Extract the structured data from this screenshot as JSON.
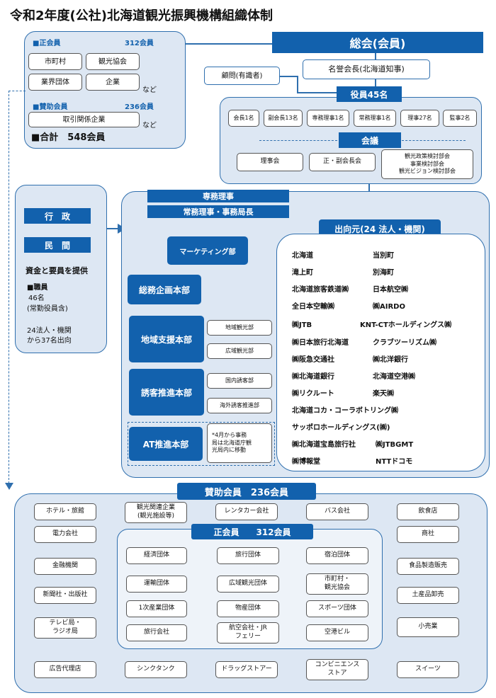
{
  "title": "令和2年度(公社)北海道観光振興機構組織体制",
  "members_panel": {
    "regular_label": "■正会員",
    "regular_count": "312会員",
    "regular_items": [
      "市町村",
      "観光協会",
      "業界団体",
      "企業"
    ],
    "etc1": "など",
    "support_label": "■賛助会員",
    "support_count": "236会員",
    "support_item": "取引関係企業",
    "etc2": "など",
    "total": "■合計　548会員"
  },
  "general_meeting": "総会(会員)",
  "honorary_chair": "名誉会長(北海道知事)",
  "advisor": "顧問(有識者)",
  "officers": {
    "header": "役員45名",
    "roles": [
      "会長1名",
      "副会長13名",
      "専務理事1名",
      "常務理事1名",
      "理事27名",
      "監事2名"
    ]
  },
  "meetings": {
    "header": "会議",
    "items": [
      "理事会",
      "正・副会長会",
      "観光政策検討部会\n事業検討部会\n観光ビジョン検討部会"
    ]
  },
  "left_panel": {
    "gov": "行　政",
    "private": "民　間",
    "provide": "資金と要員を提供",
    "staff_label": "■職員",
    "staff_count": "46名",
    "staff_note": "(常勤役員含)",
    "dispatch": "24法人・機関\nから37名出向"
  },
  "secretariat": {
    "senmu": "専務理事",
    "jomu": "常務理事・事務局長",
    "marketing": "マーケティング部",
    "general_planning": "総務企画本部",
    "regional_support": "地域支援本部",
    "regional_sub": [
      "地域観光部",
      "広域観光部"
    ],
    "inbound": "誘客推進本部",
    "inbound_sub": [
      "国内誘客部",
      "海外誘客推進部"
    ],
    "at": "AT推進本部",
    "at_note": "*4月から事務\n局は北海道庁観\n光局内に移動"
  },
  "dispatch_origin": {
    "header": "出向元(24 法人・機関)",
    "rows": [
      [
        "北海道",
        "当別町"
      ],
      [
        "滝上町",
        "別海町"
      ],
      [
        "北海道旅客鉄道㈱",
        "日本航空㈱"
      ],
      [
        "全日本空輸㈱",
        "㈱AIRDO"
      ],
      [
        "㈱JTB",
        "KNT-CTホールディングス㈱"
      ],
      [
        "㈱日本旅行北海道",
        "クラブツーリズム㈱"
      ],
      [
        "㈱阪急交通社",
        "㈱北洋銀行"
      ],
      [
        "㈱北海道銀行",
        "北海道空港㈱"
      ],
      [
        "㈱リクルート",
        "楽天㈱"
      ],
      [
        "北海道コカ・コーラボトリング㈱",
        ""
      ],
      [
        "サッポロホールディングス(㈱)",
        ""
      ],
      [
        "㈱北海道宝島旅行社",
        "㈱JTBGMT"
      ],
      [
        "㈱博報堂",
        "NTTドコモ"
      ]
    ]
  },
  "support_members_bottom": {
    "header": "賛助会員　236会員",
    "top_row": [
      "ホテル・旅館",
      "観光関連企業\n(観光施設等)",
      "レンタカー会社",
      "バス会社",
      "飲食店"
    ],
    "left_col": [
      "電力会社",
      "金融機関",
      "新聞社・出版社",
      "テレビ局・\nラジオ局"
    ],
    "right_col": [
      "商社",
      "食品製造販売",
      "土産品卸売",
      "小売業"
    ],
    "bottom_row": [
      "広告代理店",
      "シンクタンク",
      "ドラッグストアー",
      "コンビニエンス\nストア",
      "スイーツ"
    ]
  },
  "regular_members_bottom": {
    "header": "正会員　　312会員",
    "grid": [
      [
        "経済団体",
        "旅行団体",
        "宿泊団体"
      ],
      [
        "運輸団体",
        "広域観光団体",
        "市町村・\n観光協会"
      ],
      [
        "1次産業団体",
        "物産団体",
        "スポーツ団体"
      ],
      [
        "旅行会社",
        "航空会社・JR\nフェリー",
        "空港ビル"
      ]
    ]
  },
  "colors": {
    "accent": "#1261ad",
    "panel": "#dde7f3",
    "border": "#2f6fae"
  }
}
